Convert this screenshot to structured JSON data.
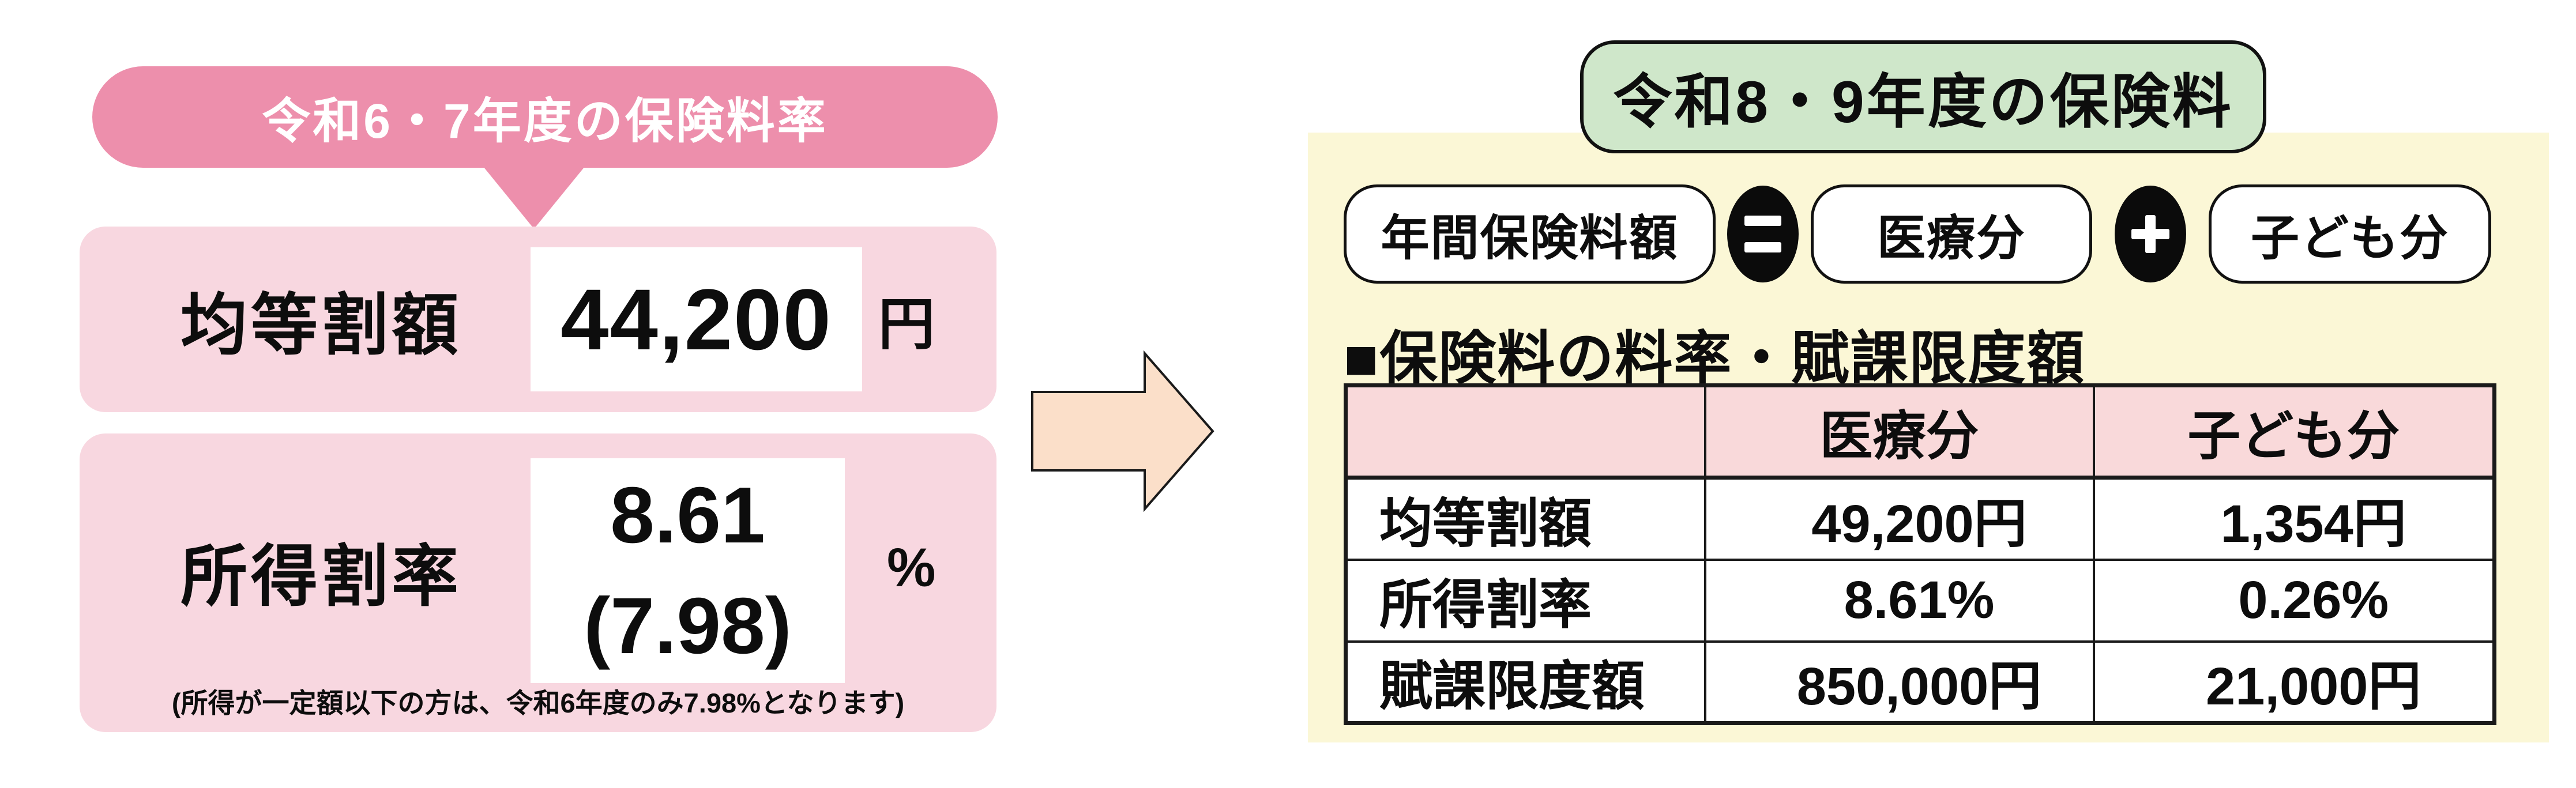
{
  "colors": {
    "banner_pink": "#ed8fac",
    "box_pink": "#f8d7e0",
    "arrow_peach": "#fbdfc9",
    "panel_yellow": "#fbf7d6",
    "banner_green": "#cfe7ca",
    "table_header_pink": "#f9d9da",
    "text_black": "#111111",
    "text_white": "#ffffff"
  },
  "left_panel": {
    "banner": "令和6・7年度の保険料率",
    "equal_levy": {
      "label": "均等割額",
      "value": "44,200",
      "unit": "円"
    },
    "income_rate": {
      "label": "所得割率",
      "value_line1": "8.61",
      "value_line2": "(7.98)",
      "unit": "%",
      "note": "(所得が一定額以下の方は、令和6年度のみ7.98%となります)"
    }
  },
  "right_panel": {
    "banner": "令和8・9年度の保険料",
    "formula": {
      "annual": "年間保険料額",
      "equals_symbol": "＝",
      "medical": "医療分",
      "plus_symbol": "＋",
      "child": "子ども分"
    },
    "table_heading": "■保険料の料率・賦課限度額",
    "table": {
      "columns": [
        "",
        "医療分",
        "子ども分"
      ],
      "rows": [
        {
          "label": "均等割額",
          "medical": "49,200円",
          "child": "1,354円"
        },
        {
          "label": "所得割率",
          "medical": "8.61%",
          "child": "0.26%"
        },
        {
          "label": "賦課限度額",
          "medical": "850,000円",
          "child": "21,000円"
        }
      ]
    }
  }
}
